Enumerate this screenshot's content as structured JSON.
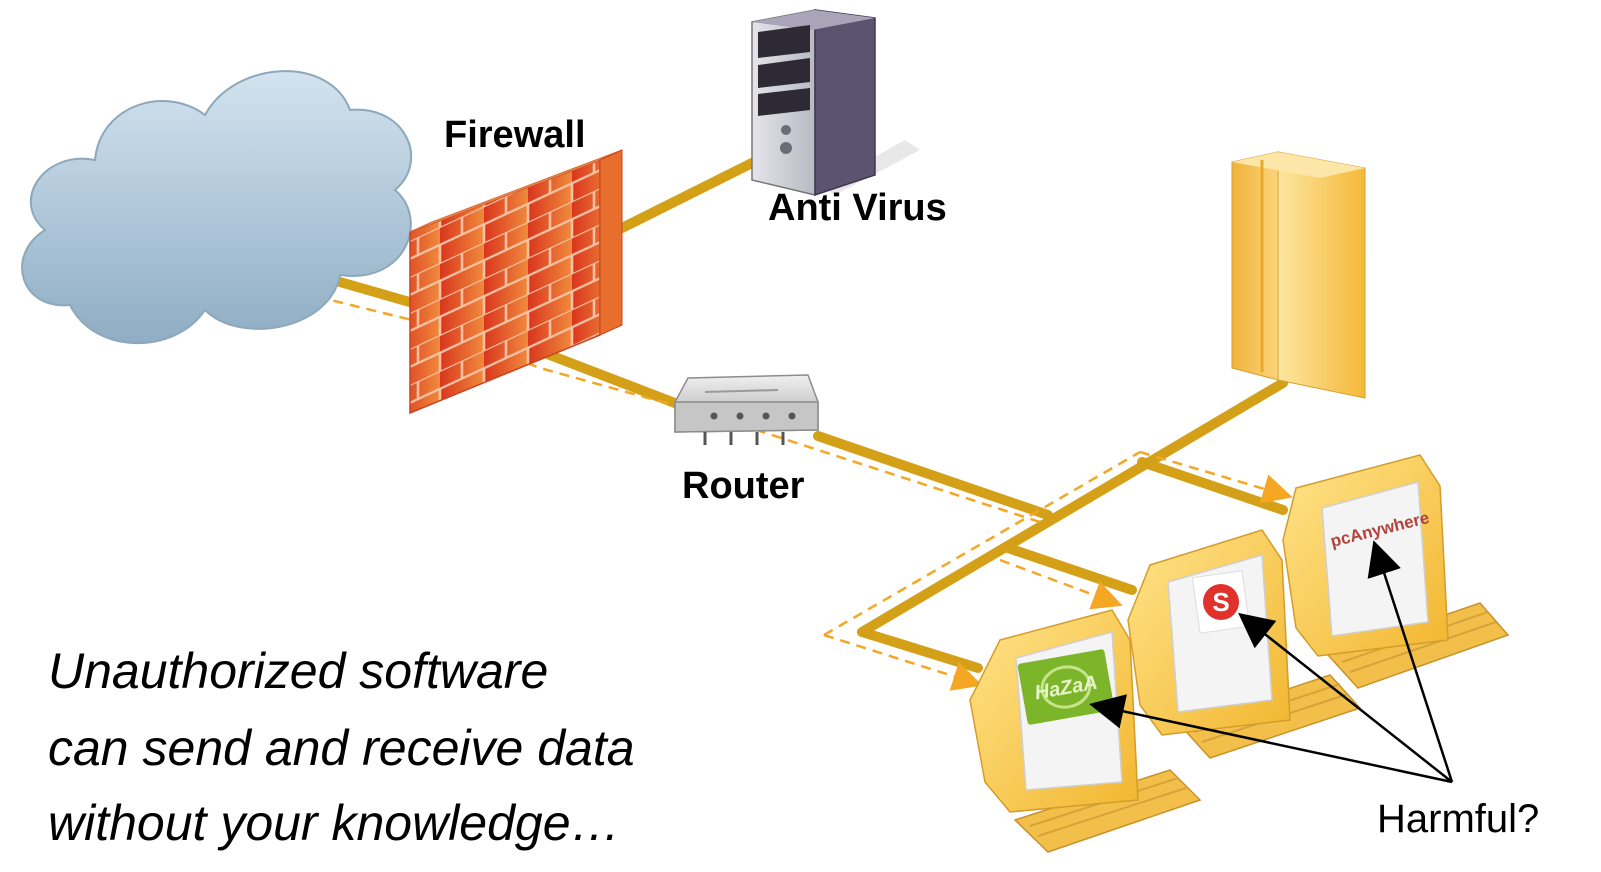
{
  "labels": {
    "firewall": "Firewall",
    "antivirus": "Anti Virus",
    "router": "Router",
    "harmful": "Harmful?"
  },
  "caption": {
    "line1": "Unauthorized software",
    "line2": "can send and receive data",
    "line3": "without your knowledge…"
  },
  "apps": {
    "pc1": "HaZaA",
    "pc2": "S",
    "pc3": "pcAnywhere"
  },
  "colors": {
    "cable": "#d4a017",
    "dashed_flow": "#f5a623",
    "brick": "#e8632b",
    "cloud": "#b7cfe0",
    "monitor": "#f7c948",
    "server_tower": "#f8d068"
  }
}
